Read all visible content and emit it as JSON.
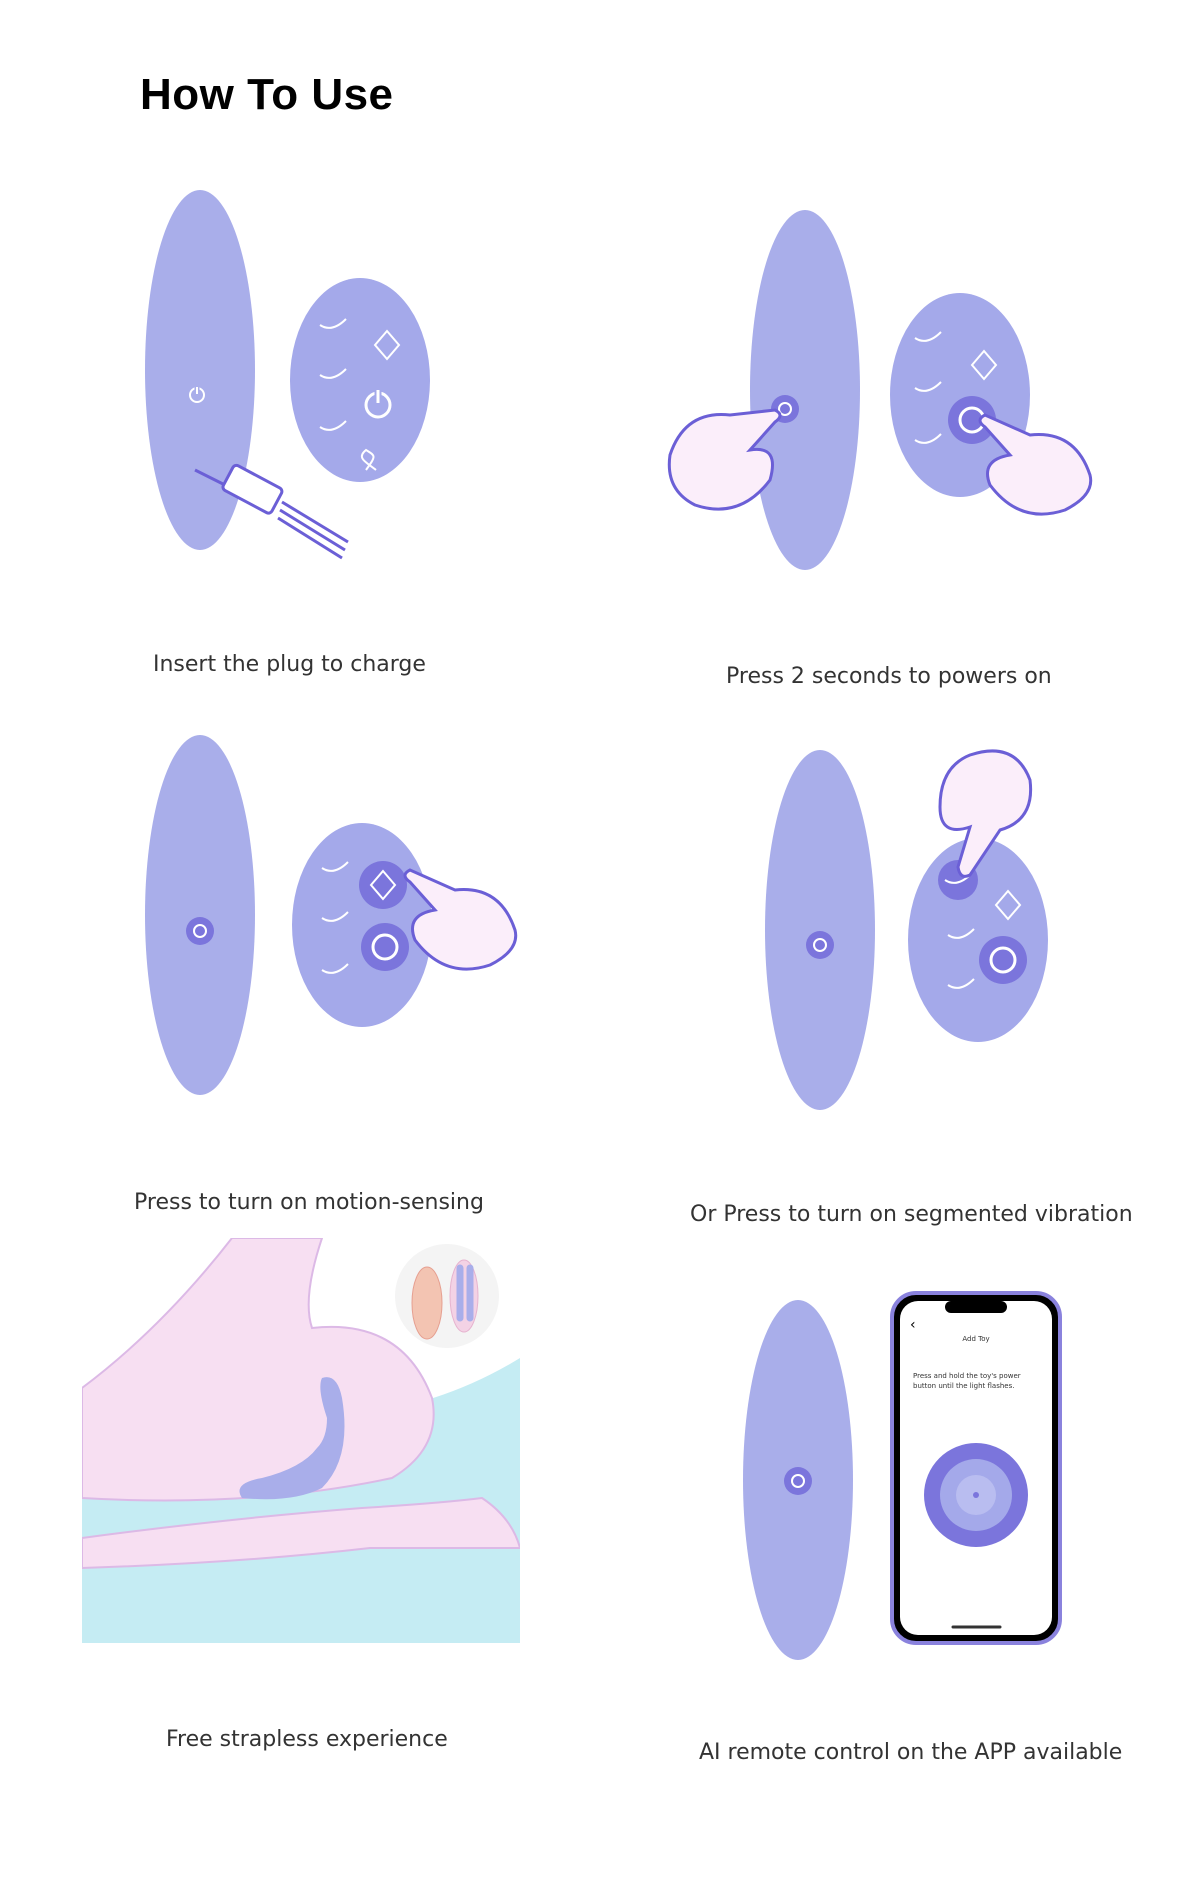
{
  "page": {
    "title": "How To Use"
  },
  "steps": [
    {
      "caption": "Insert the plug to charge"
    },
    {
      "caption": "Press 2 seconds to powers on"
    },
    {
      "caption": "Press to turn on motion-sensing"
    },
    {
      "caption": "Or Press to turn on segmented vibration"
    },
    {
      "caption": "Free strapless experience"
    },
    {
      "caption": "AI remote control on the APP available"
    }
  ],
  "phone": {
    "back_icon": "chevron-left-icon",
    "header": "Add Toy",
    "instruction": "Press and hold the toy's power button until the light flashes."
  },
  "colors": {
    "device": "#a9aeea",
    "remote": "#a4a9ea",
    "accent": "#6b5fd6",
    "hand": "#fbeefa",
    "skin": "#f7dff2",
    "water": "#c5ecf3"
  }
}
